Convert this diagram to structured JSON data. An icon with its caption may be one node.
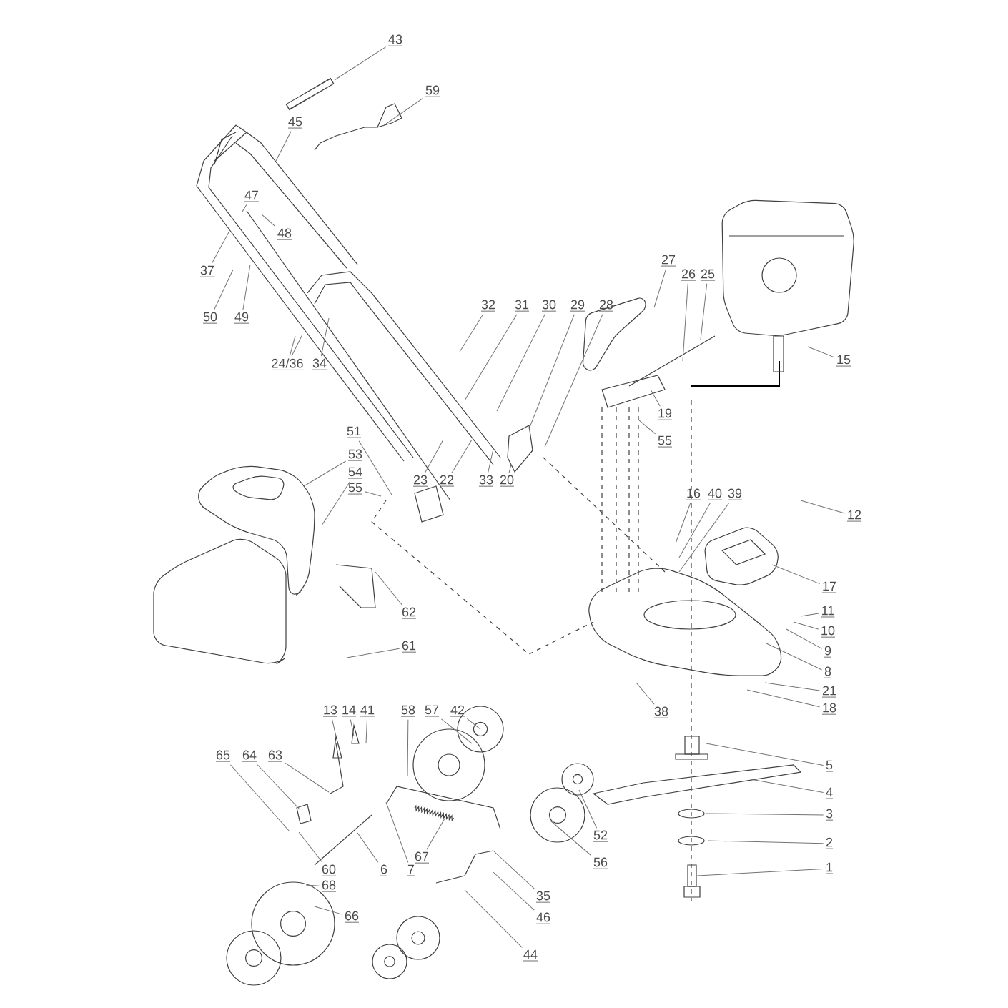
{
  "diagram": {
    "nodes": [
      {
        "text": [
          "43"
        ]
      },
      {
        "text": [
          "59"
        ]
      },
      {
        "text": [
          "45"
        ]
      },
      {
        "text": [
          "47"
        ]
      },
      {
        "text": [
          "48"
        ]
      },
      {
        "text": [
          "37"
        ]
      },
      {
        "text": [
          "50"
        ]
      },
      {
        "text": [
          "49"
        ]
      },
      {
        "text": [
          "24/36"
        ]
      },
      {
        "text": [
          "34"
        ]
      },
      {
        "text": [
          "32"
        ]
      },
      {
        "text": [
          "31"
        ]
      },
      {
        "text": [
          "30"
        ]
      },
      {
        "text": [
          "29"
        ]
      },
      {
        "text": [
          "28"
        ]
      },
      {
        "text": [
          "27"
        ]
      },
      {
        "text": [
          "26"
        ]
      },
      {
        "text": [
          "25"
        ]
      },
      {
        "text": [
          "15"
        ]
      },
      {
        "text": [
          "19"
        ]
      },
      {
        "text": [
          "55"
        ]
      },
      {
        "text": [
          "51"
        ]
      },
      {
        "text": [
          "53"
        ]
      },
      {
        "text": [
          "54"
        ]
      },
      {
        "text": [
          "55"
        ]
      },
      {
        "text": [
          "23"
        ]
      },
      {
        "text": [
          "22"
        ]
      },
      {
        "text": [
          "33"
        ]
      },
      {
        "text": [
          "20"
        ]
      },
      {
        "text": [
          "16"
        ]
      },
      {
        "text": [
          "40"
        ]
      },
      {
        "text": [
          "39"
        ]
      },
      {
        "text": [
          "12"
        ]
      },
      {
        "text": [
          "17"
        ]
      },
      {
        "text": [
          "11"
        ]
      },
      {
        "text": [
          "10"
        ]
      },
      {
        "text": [
          "9"
        ]
      },
      {
        "text": [
          "8"
        ]
      },
      {
        "text": [
          "62"
        ]
      },
      {
        "text": [
          "21"
        ]
      },
      {
        "text": [
          "18"
        ]
      },
      {
        "text": [
          "61"
        ]
      },
      {
        "text": [
          "38"
        ]
      },
      {
        "text": [
          "13"
        ]
      },
      {
        "text": [
          "14"
        ]
      },
      {
        "text": [
          "41"
        ]
      },
      {
        "text": [
          "58"
        ]
      },
      {
        "text": [
          "57"
        ]
      },
      {
        "text": [
          "42"
        ]
      },
      {
        "text": [
          "5"
        ]
      },
      {
        "text": [
          "65"
        ]
      },
      {
        "text": [
          "64"
        ]
      },
      {
        "text": [
          "63"
        ]
      },
      {
        "text": [
          "4"
        ]
      },
      {
        "text": [
          "3"
        ]
      },
      {
        "text": [
          "52"
        ]
      },
      {
        "text": [
          "67"
        ]
      },
      {
        "text": [
          "2"
        ]
      },
      {
        "text": [
          "56"
        ]
      },
      {
        "text": [
          "60"
        ]
      },
      {
        "text": [
          "6"
        ]
      },
      {
        "text": [
          "7"
        ]
      },
      {
        "text": [
          "68"
        ]
      },
      {
        "text": [
          "1"
        ]
      },
      {
        "text": [
          "35"
        ]
      },
      {
        "text": [
          "66"
        ]
      },
      {
        "text": [
          "46"
        ]
      },
      {
        "text": [
          "44"
        ]
      }
    ],
    "edges": [
      {
        "from": 0,
        "to": null,
        "arrow": "none"
      },
      {
        "from": 1,
        "to": null,
        "arrow": "none"
      },
      {
        "from": 2,
        "to": null,
        "arrow": "none"
      },
      {
        "from": 3,
        "to": null,
        "arrow": "none"
      },
      {
        "from": 4,
        "to": null,
        "arrow": "none"
      },
      {
        "from": 5,
        "to": null,
        "arrow": "none"
      },
      {
        "from": 6,
        "to": null,
        "arrow": "none"
      },
      {
        "from": 7,
        "to": null,
        "arrow": "none"
      },
      {
        "from": 8,
        "to": null,
        "arrow": "none"
      },
      {
        "from": 8,
        "to": null,
        "arrow": "none"
      },
      {
        "from": 9,
        "to": null,
        "arrow": "none"
      },
      {
        "from": 10,
        "to": null,
        "arrow": "none"
      },
      {
        "from": 11,
        "to": null,
        "arrow": "none"
      },
      {
        "from": 12,
        "to": null,
        "arrow": "none"
      },
      {
        "from": 13,
        "to": null,
        "arrow": "none"
      },
      {
        "from": 14,
        "to": null,
        "arrow": "none"
      },
      {
        "from": 15,
        "to": null,
        "arrow": "none"
      },
      {
        "from": 16,
        "to": null,
        "arrow": "none"
      },
      {
        "from": 17,
        "to": null,
        "arrow": "none"
      },
      {
        "from": 18,
        "to": null,
        "arrow": "none"
      },
      {
        "from": 19,
        "to": null,
        "arrow": "none"
      },
      {
        "from": 20,
        "to": null,
        "arrow": "none"
      },
      {
        "from": 21,
        "to": null,
        "arrow": "none"
      },
      {
        "from": 22,
        "to": null,
        "arrow": "none"
      },
      {
        "from": 23,
        "to": null,
        "arrow": "none"
      },
      {
        "from": 24,
        "to": null,
        "arrow": "none"
      },
      {
        "from": 25,
        "to": null,
        "arrow": "none"
      },
      {
        "from": 26,
        "to": null,
        "arrow": "none"
      },
      {
        "from": 27,
        "to": null,
        "arrow": "none"
      },
      {
        "from": 28,
        "to": null,
        "arrow": "none"
      },
      {
        "from": 29,
        "to": null,
        "arrow": "none"
      },
      {
        "from": 30,
        "to": null,
        "arrow": "none"
      },
      {
        "from": 31,
        "to": null,
        "arrow": "none"
      },
      {
        "from": 32,
        "to": null,
        "arrow": "none"
      },
      {
        "from": 33,
        "to": null,
        "arrow": "none"
      },
      {
        "from": 34,
        "to": null,
        "arrow": "none"
      },
      {
        "from": 35,
        "to": null,
        "arrow": "none"
      },
      {
        "from": 36,
        "to": null,
        "arrow": "none"
      },
      {
        "from": 37,
        "to": null,
        "arrow": "none"
      },
      {
        "from": 38,
        "to": null,
        "arrow": "none"
      },
      {
        "from": 39,
        "to": null,
        "arrow": "none"
      },
      {
        "from": 40,
        "to": null,
        "arrow": "none"
      },
      {
        "from": 41,
        "to": null,
        "arrow": "none"
      },
      {
        "from": 42,
        "to": null,
        "arrow": "none"
      },
      {
        "from": 43,
        "to": null,
        "arrow": "none"
      },
      {
        "from": 44,
        "to": null,
        "arrow": "none"
      },
      {
        "from": 45,
        "to": null,
        "arrow": "none"
      },
      {
        "from": 46,
        "to": null,
        "arrow": "none"
      },
      {
        "from": 47,
        "to": null,
        "arrow": "none"
      },
      {
        "from": 48,
        "to": null,
        "arrow": "none"
      },
      {
        "from": 49,
        "to": null,
        "arrow": "none"
      },
      {
        "from": 50,
        "to": null,
        "arrow": "none"
      },
      {
        "from": 51,
        "to": null,
        "arrow": "none"
      },
      {
        "from": 52,
        "to": null,
        "arrow": "none"
      },
      {
        "from": 53,
        "to": null,
        "arrow": "none"
      },
      {
        "from": 54,
        "to": null,
        "arrow": "none"
      },
      {
        "from": 55,
        "to": null,
        "arrow": "none"
      },
      {
        "from": 56,
        "to": null,
        "arrow": "none"
      },
      {
        "from": 57,
        "to": null,
        "arrow": "none"
      },
      {
        "from": 58,
        "to": null,
        "arrow": "none"
      },
      {
        "from": 59,
        "to": null,
        "arrow": "none"
      },
      {
        "from": 60,
        "to": null,
        "arrow": "none"
      },
      {
        "from": 61,
        "to": null,
        "arrow": "none"
      },
      {
        "from": 62,
        "to": null,
        "arrow": "none"
      },
      {
        "from": 63,
        "to": null,
        "arrow": "none"
      },
      {
        "from": 64,
        "to": null,
        "arrow": "none"
      },
      {
        "from": 65,
        "to": null,
        "arrow": "none"
      },
      {
        "from": 66,
        "to": null,
        "arrow": "none"
      },
      {
        "from": 67,
        "to": null,
        "arrow": "none"
      }
    ]
  }
}
